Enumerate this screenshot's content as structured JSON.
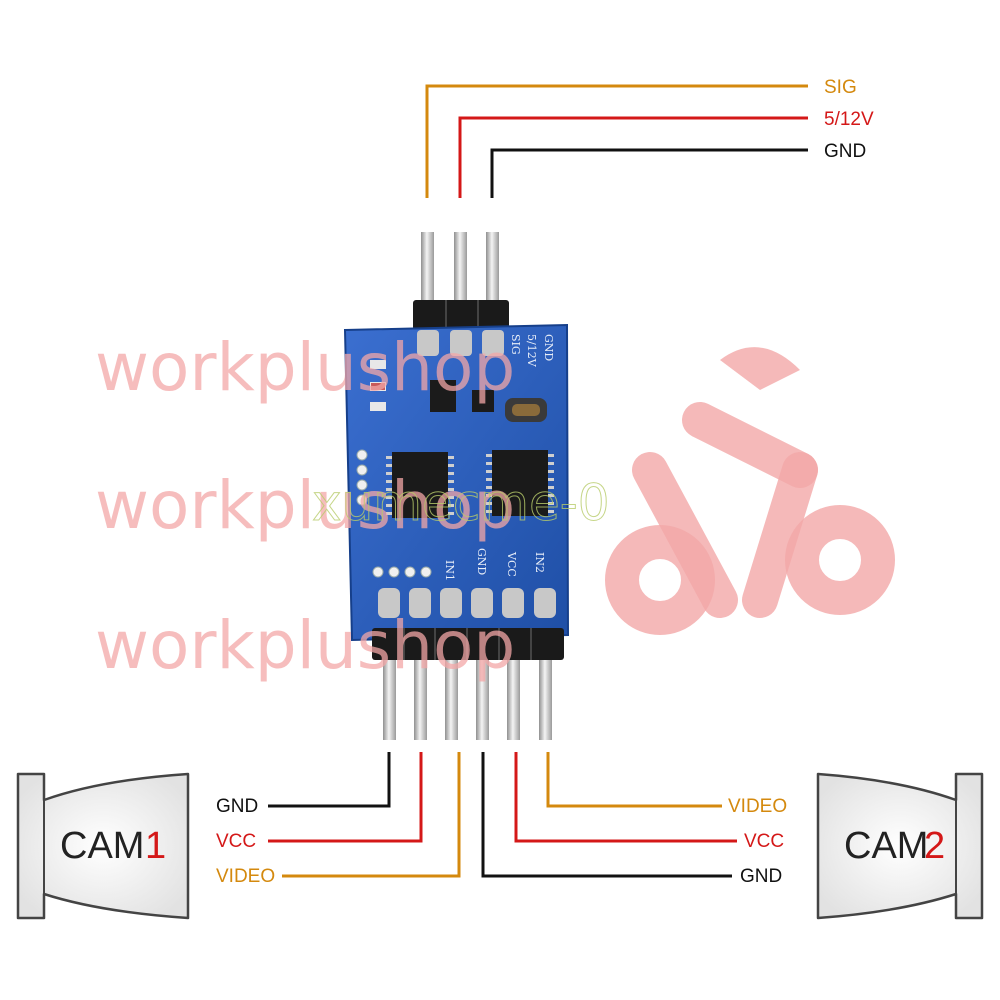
{
  "top_connector": {
    "labels": [
      {
        "text": "SIG",
        "color": "#d4890e"
      },
      {
        "text": "5/12V",
        "color": "#d41818"
      },
      {
        "text": "GND",
        "color": "#111111"
      }
    ]
  },
  "board": {
    "silkscreen_top": [
      "SIG",
      "5/12V",
      "GND"
    ],
    "silkscreen_bottom": [
      "IN1",
      "GND",
      "VCC",
      "IN2"
    ],
    "color": "#2a5bb8"
  },
  "cam1": {
    "name": "CAM",
    "number": "1",
    "wires": [
      {
        "text": "GND",
        "color": "#111111"
      },
      {
        "text": "VCC",
        "color": "#d41818"
      },
      {
        "text": "VIDEO",
        "color": "#d4890e"
      }
    ]
  },
  "cam2": {
    "name": "CAM",
    "number": "2",
    "wires": [
      {
        "text": "VIDEO",
        "color": "#d4890e"
      },
      {
        "text": "VCC",
        "color": "#d41818"
      },
      {
        "text": "GND",
        "color": "#111111"
      }
    ]
  },
  "watermarks": {
    "lines": [
      "workplushop",
      "workplushop",
      "workplushop"
    ],
    "overlay": "xumecme-0",
    "logo_icon": "bicycle-logo-icon"
  }
}
